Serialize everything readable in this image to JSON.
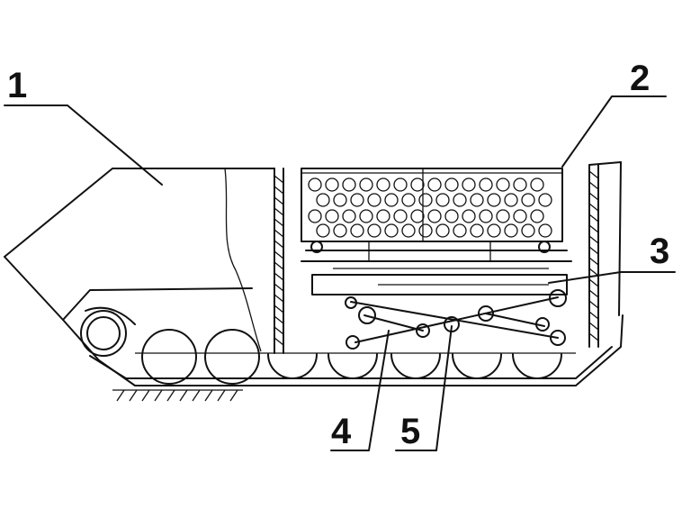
{
  "diagram": {
    "callouts": [
      {
        "label": "1"
      },
      {
        "label": "2"
      },
      {
        "label": "3"
      },
      {
        "label": "4"
      },
      {
        "label": "5"
      }
    ],
    "colors": {
      "line": "#111111",
      "background": "#ffffff"
    }
  }
}
